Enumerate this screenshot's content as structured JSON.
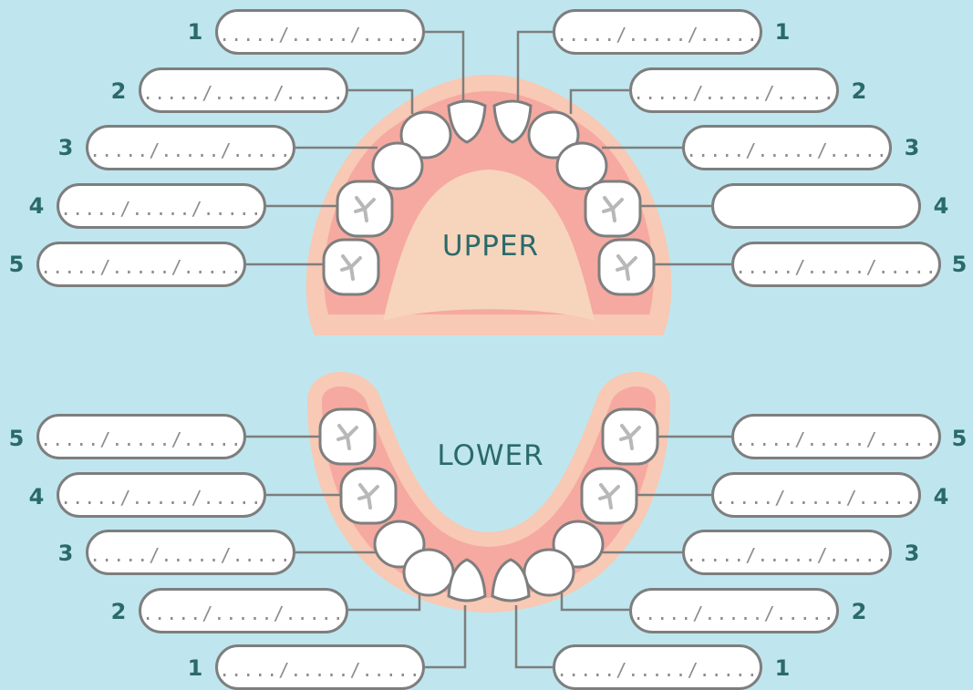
{
  "upper": {
    "label": "UPPER",
    "left": [
      {
        "num": "1",
        "value": "...../...../....."
      },
      {
        "num": "2",
        "value": "...../...../....."
      },
      {
        "num": "3",
        "value": "...../...../....."
      },
      {
        "num": "4",
        "value": "...../...../....."
      },
      {
        "num": "5",
        "value": "...../...../....."
      }
    ],
    "right": [
      {
        "num": "1",
        "value": "...../...../....."
      },
      {
        "num": "2",
        "value": "...../...../....."
      },
      {
        "num": "3",
        "value": "...../...../....."
      },
      {
        "num": "4",
        "value": ""
      },
      {
        "num": "5",
        "value": "...../...../....."
      }
    ]
  },
  "lower": {
    "label": "LOWER",
    "left": [
      {
        "num": "5",
        "value": "...../...../....."
      },
      {
        "num": "4",
        "value": "...../...../....."
      },
      {
        "num": "3",
        "value": "...../...../....."
      },
      {
        "num": "2",
        "value": "...../...../....."
      },
      {
        "num": "1",
        "value": "...../...../....."
      }
    ],
    "right": [
      {
        "num": "5",
        "value": "...../...../....."
      },
      {
        "num": "4",
        "value": "...../...../....."
      },
      {
        "num": "3",
        "value": "...../...../....."
      },
      {
        "num": "2",
        "value": "...../...../....."
      },
      {
        "num": "1",
        "value": "...../...../....."
      }
    ]
  },
  "colors": {
    "background": "#bfe6ee",
    "gum_outer": "#f8c9b4",
    "gum_inner": "#f6a9a0",
    "palate": "#f7d5bd",
    "tooth_fill": "#ffffff",
    "tooth_stroke": "#7e7e7e",
    "label_text": "#2a6a6a"
  }
}
